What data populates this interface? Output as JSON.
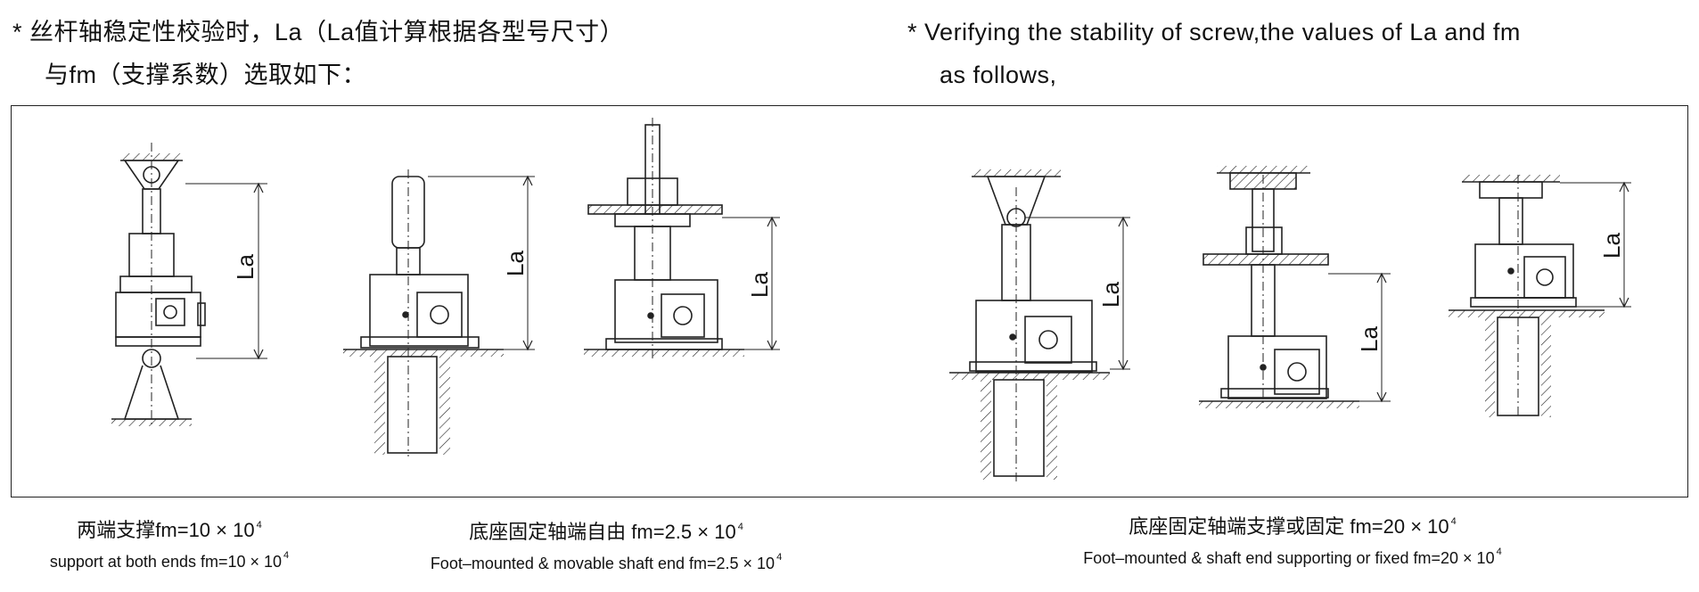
{
  "header": {
    "cn_star": "*",
    "cn_line1": "丝杆轴稳定性校验时，La（La值计算根据各型号尺寸）",
    "cn_line2": "与fm（支撑系数）选取如下：",
    "en_star": "*",
    "en_line1": "Verifying the stability of screw,the values of La and fm",
    "en_line2": "as follows,"
  },
  "dimension_label": "La",
  "captions": [
    {
      "cn": "两端支撑fm=10 × 10",
      "cn_exp": "4",
      "en": "support at both ends fm=10 × 10",
      "en_exp": "4"
    },
    {
      "cn": "底座固定轴端自由  fm=2.5 × 10",
      "cn_exp": "4",
      "en": "Foot–mounted & movable shaft end fm=2.5 × 10",
      "en_exp": "4"
    },
    {
      "cn": "底座固定轴端支撑或固定  fm=20 × 10",
      "cn_exp": "4",
      "en": "Foot–mounted & shaft end supporting or fixed  fm=20 × 10",
      "en_exp": "4"
    }
  ]
}
